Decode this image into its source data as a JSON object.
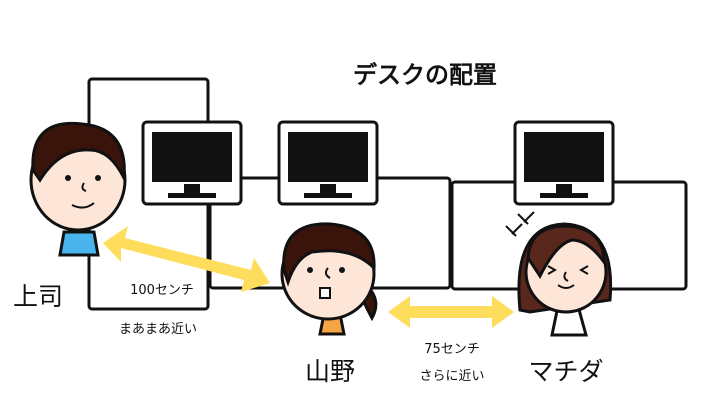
{
  "title": "デスクの配置",
  "people": {
    "boss": "上司",
    "yamano": "山野",
    "machida": "マチダ"
  },
  "distances": {
    "boss_yamano": {
      "distance": "100センチ",
      "comment": "まあまあ近い"
    },
    "yamano_machida": {
      "distance": "75センチ",
      "comment": "さらに近い"
    }
  },
  "colors": {
    "arrow": "#FFDD5C",
    "skin": "#FDE6D8",
    "hair_dark": "#3A130A",
    "hair_brown": "#5A271D",
    "boss_shirt": "#4AB4EE",
    "yamano_shirt": "#F6A545"
  }
}
